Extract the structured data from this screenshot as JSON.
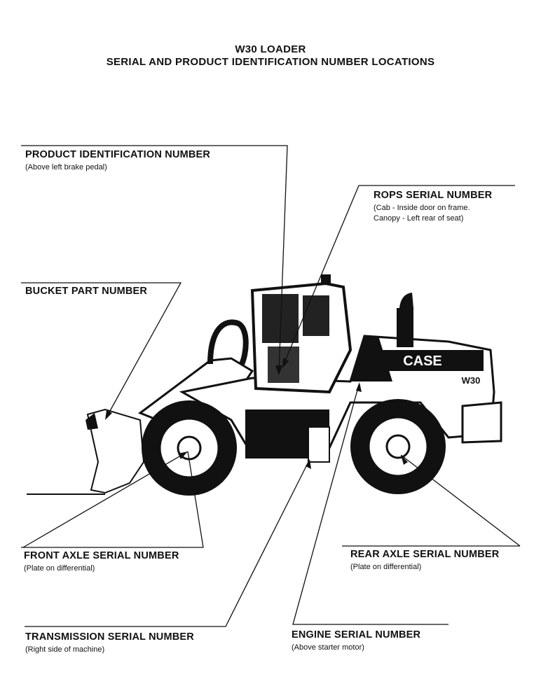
{
  "title": {
    "line1": "W30 LOADER",
    "line2": "SERIAL AND PRODUCT IDENTIFICATION NUMBER LOCATIONS"
  },
  "machine": {
    "brand": "CASE",
    "model": "W30"
  },
  "labels": {
    "product_id": {
      "heading": "PRODUCT IDENTIFICATION NUMBER",
      "note": "(Above left brake pedal)"
    },
    "rops": {
      "heading": "ROPS SERIAL NUMBER",
      "note1": "(Cab - Inside door on frame.",
      "note2": "Canopy - Left rear of seat)"
    },
    "bucket": {
      "heading": "BUCKET PART NUMBER"
    },
    "front_axle": {
      "heading": "FRONT AXLE SERIAL NUMBER",
      "note": "(Plate on differential)"
    },
    "rear_axle": {
      "heading": "REAR AXLE SERIAL NUMBER",
      "note": "(Plate on differential)"
    },
    "transmission": {
      "heading": "TRANSMISSION SERIAL NUMBER",
      "note": "(Right side of machine)"
    },
    "engine": {
      "heading": "ENGINE SERIAL NUMBER",
      "note": "(Above starter motor)"
    }
  }
}
